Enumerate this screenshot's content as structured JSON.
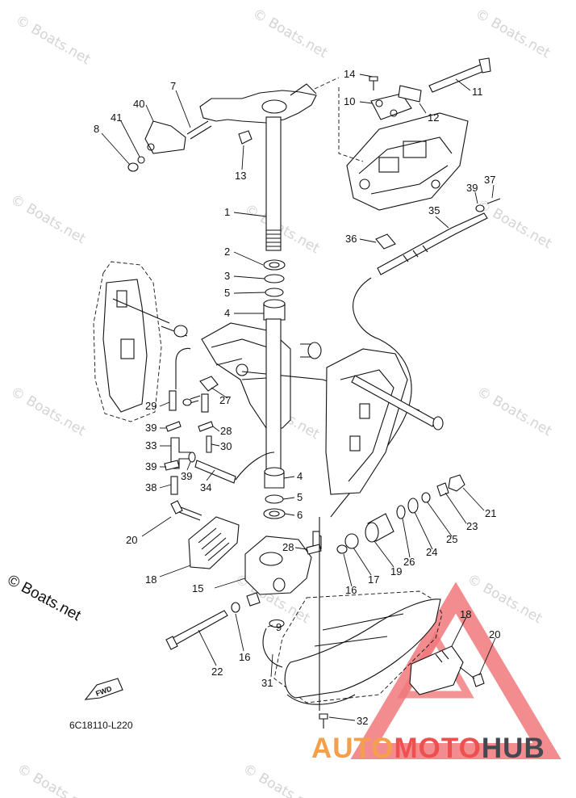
{
  "watermark": "© Boats.net",
  "copyright": "© Boats.net",
  "diagram_code": "6C18110-L220",
  "fwd_label": "FWD",
  "logo": {
    "part1": "AUTO",
    "part2": "MOTO",
    "part3": "HUB"
  },
  "callouts": [
    "14",
    "10",
    "12",
    "11",
    "7",
    "40",
    "41",
    "8",
    "13",
    "1",
    "37",
    "39",
    "35",
    "36",
    "2",
    "3",
    "5",
    "4",
    "27",
    "29",
    "39",
    "28",
    "33",
    "30",
    "39",
    "39",
    "34",
    "38",
    "4",
    "5",
    "6",
    "21",
    "23",
    "25",
    "24",
    "26",
    "19",
    "17",
    "20",
    "18",
    "15",
    "28",
    "16",
    "9",
    "16",
    "22",
    "31",
    "18",
    "20",
    "32"
  ]
}
